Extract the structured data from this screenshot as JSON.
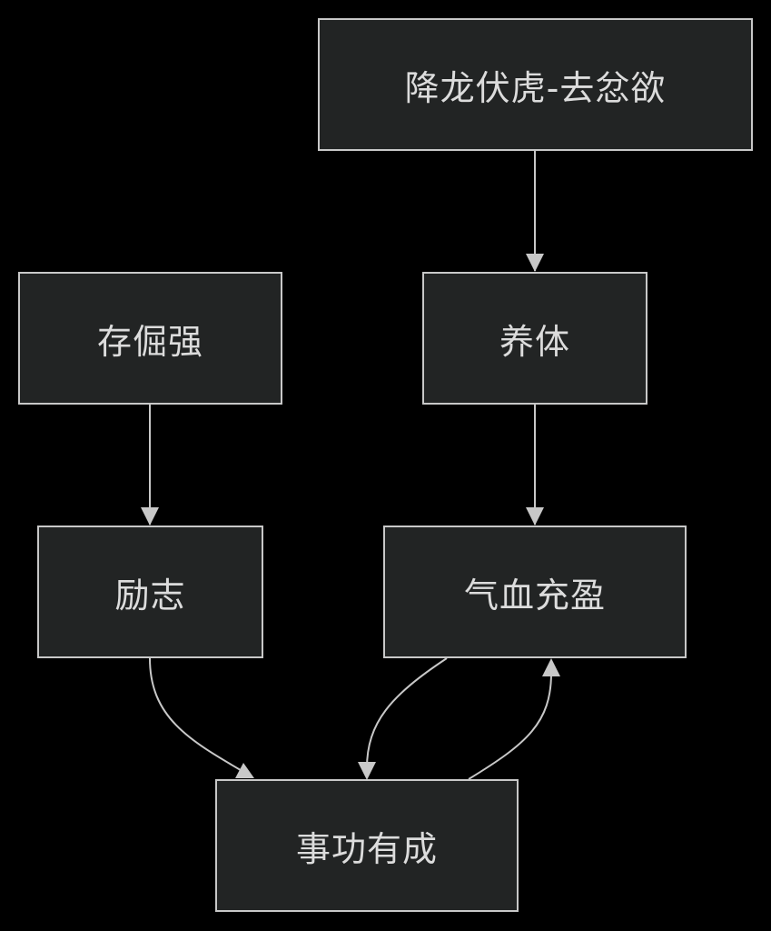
{
  "nodes": {
    "xianglong": "降龙伏虎-去忿欲",
    "yangti": "养体",
    "cunjue": "存倔强",
    "lizhi": "励志",
    "qixue": "气血充盈",
    "shigong": "事功有成"
  },
  "edges": [
    {
      "from": "xianglong",
      "to": "yangti"
    },
    {
      "from": "yangti",
      "to": "qixue"
    },
    {
      "from": "cunjue",
      "to": "lizhi"
    },
    {
      "from": "lizhi",
      "to": "shigong"
    },
    {
      "from": "qixue",
      "to": "shigong"
    },
    {
      "from": "shigong",
      "to": "qixue"
    }
  ],
  "colors": {
    "background": "#000000",
    "node_fill": "#222424",
    "node_border": "#c8c8c8",
    "text": "#dcdcdc",
    "edge": "#c8c8c8"
  }
}
